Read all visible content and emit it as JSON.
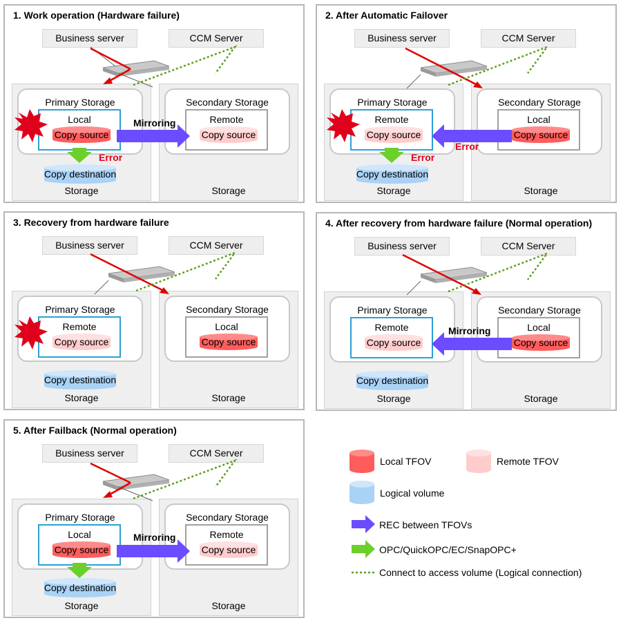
{
  "common": {
    "business_server": "Business server",
    "ccm_server": "CCM Server",
    "primary_storage": "Primary Storage",
    "secondary_storage": "Secondary Storage",
    "storage": "Storage",
    "local": "Local",
    "remote": "Remote",
    "copy_source": "Copy source",
    "copy_destination": "Copy destination",
    "mirroring": "Mirroring",
    "error": "Error"
  },
  "panels": [
    {
      "title": "1. Work operation (Hardware failure)"
    },
    {
      "title": "2. After Automatic Failover"
    },
    {
      "title": "3. Recovery from hardware failure"
    },
    {
      "title": "4. After recovery from hardware failure (Normal operation)"
    },
    {
      "title": "5. After Failback (Normal operation)"
    }
  ],
  "legend": {
    "local_tfov": "Local TFOV",
    "remote_tfov": "Remote TFOV",
    "logical_volume": "Logical volume",
    "rec": "REC between TFOVs",
    "opc": "OPC/QuickOPC/EC/SnapOPC+",
    "connect": "Connect to access volume (Logical connection)"
  },
  "colors": {
    "local_tfov": "#ff5c5c",
    "remote_tfov": "#ffcccc",
    "logical_volume": "#a9d2f5",
    "rec_arrow": "#6c4cff",
    "opc_arrow": "#6ccf2a",
    "connection": "#5c9e1e",
    "error": "#e0001b"
  }
}
